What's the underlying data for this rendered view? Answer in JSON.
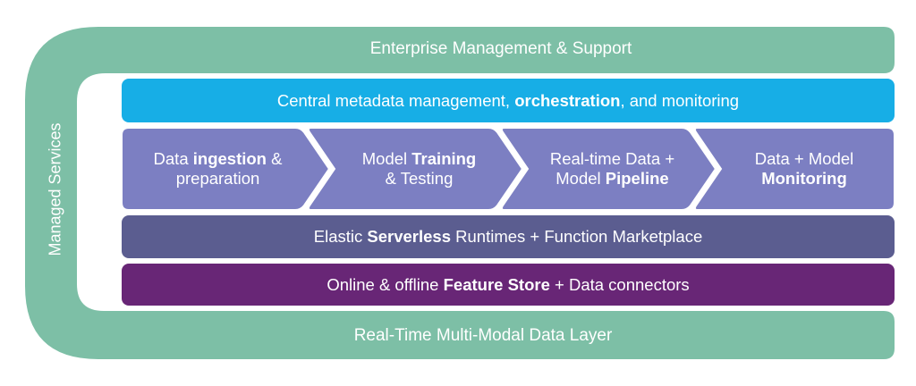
{
  "colors": {
    "managed_services": "#7dbfa6",
    "metadata_band": "#17aee6",
    "pipeline_stage": "#7c7fc2",
    "pipeline_stage_border": "#ffffff",
    "serverless_band": "#5b5d90",
    "feature_store_band": "#682676"
  },
  "frame": {
    "top_label": "Enterprise Management & Support",
    "bottom_label": "Real-Time Multi-Modal Data Layer",
    "side_label": "Managed Services"
  },
  "metadata_band": {
    "prefix": "Central metadata management, ",
    "bold": "orchestration",
    "suffix": ", and monitoring"
  },
  "stages": [
    {
      "line1_prefix": "Data ",
      "line1_bold": "ingestion",
      "line1_suffix": " &",
      "line2_prefix": "preparation",
      "line2_bold": "",
      "line2_suffix": ""
    },
    {
      "line1_prefix": "Model ",
      "line1_bold": "Training",
      "line1_suffix": "",
      "line2_prefix": "& Testing",
      "line2_bold": "",
      "line2_suffix": ""
    },
    {
      "line1_prefix": "Real-time Data +",
      "line1_bold": "",
      "line1_suffix": "",
      "line2_prefix": "Model ",
      "line2_bold": "Pipeline",
      "line2_suffix": ""
    },
    {
      "line1_prefix": "Data + Model",
      "line1_bold": "",
      "line1_suffix": "",
      "line2_prefix": "",
      "line2_bold": "Monitoring",
      "line2_suffix": ""
    }
  ],
  "serverless_band": {
    "prefix": "Elastic ",
    "bold": "Serverless",
    "suffix": " Runtimes + Function Marketplace"
  },
  "feature_store_band": {
    "prefix": "Online & offline ",
    "bold": "Feature Store",
    "suffix": " + Data connectors"
  }
}
